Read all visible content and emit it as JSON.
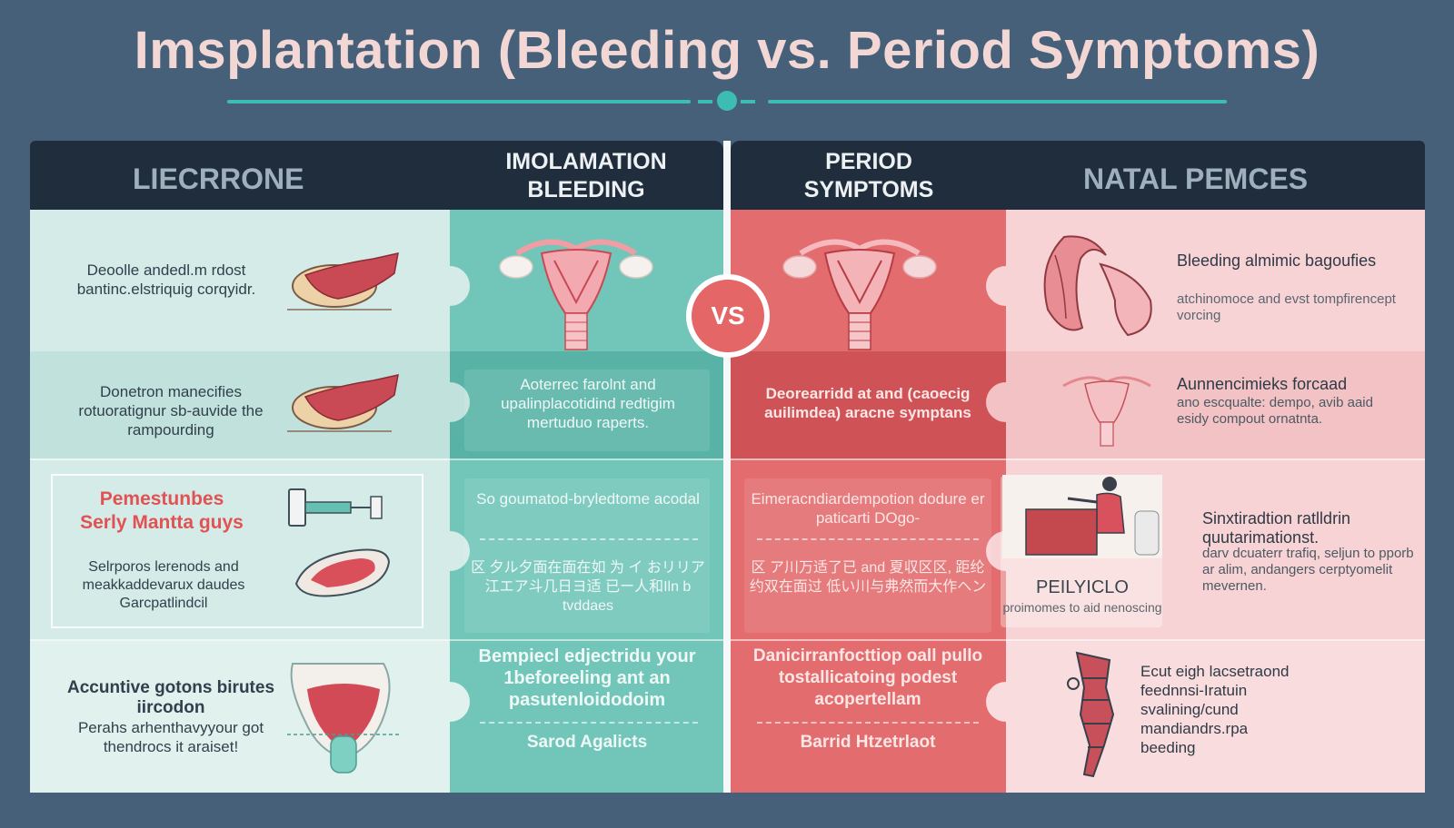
{
  "title": "Imsplantation (Bleeding vs. Period Symptoms)",
  "headers": {
    "left_side": "LIECRRONE",
    "implantation": "IMOLAMATION BLEEDING",
    "period": "PERIOD SYMPTOMS",
    "right_side": "NATAL PEMCES"
  },
  "vs_label": "VS",
  "rows": [
    {
      "left": "Deoolle andedl.m rdost bantinc.elstriquig corqyidr.",
      "implantation": "",
      "period": "",
      "right_title": "Bleeding almimic bagoufies",
      "right_text": "atchinomoce and evst tompfirencept vorcing"
    },
    {
      "left": "Donetron manecifies rotuoratignur sb-auvide the rampourding",
      "implantation": "Aoterrec farolnt and upalinplacotidind redtigim mertuduo raperts.",
      "period": "Deorearridd at and (caoecig auilimdea) aracne symptans",
      "right_title": "Aunnencimieks forcaad",
      "right_text": "ano escqualte: dempo, avib aaid esidy compout ornatnta."
    },
    {
      "left_red": "Pemestunbes Serly Mantta guys",
      "left": "Selrporos lerenods and meakkaddevarux daudes Garcpatlindcil",
      "implantation": "So goumatod-bryledtome acodal",
      "implantation_extra": "区 夕ル夕面在面在如 为 イ おリリア江エア斗几日ヨ适 已ー人和Iln b tvddaes",
      "period": "Eimeracndiardempotion dodure er paticarti DOgo-",
      "period_extra": "区 ア川万适了已 and 夏収区区, 距纶约双在面过 低い川与弗然而大作ヘン",
      "right_title": "Sinxtiradtion ratlldrin quutarimationst.",
      "right_text": "darv dcuaterr trafiq, seljun to pporb ar alim, andangers cerptyomelit mevernen.",
      "right_label": "PEILYICLO",
      "right_caption": "proimomes to aid nenoscing"
    },
    {
      "left_bold": "Accuntive gotons birutes iircodon",
      "left": "Perahs arhenthavyyour got thendrocs it araiset!",
      "implantation": "Bempiecl edjectridu your 1beforeeling ant an pasutenloidodoim",
      "implantation_footer": "Sarod Agalicts",
      "period": "Danicirranfocttiop oall pullo tostallicatoing podest acopertellam",
      "period_footer": "Barrid Htzetrlaot",
      "right_text": "Ecut eigh lacsetraond feednnsi-Iratuin svalining/cund mandiandrs.rpa beeding"
    }
  ],
  "colors": {
    "background": "#46607a",
    "title": "#f2d7d4",
    "accent_teal": "#3dbdb1",
    "header": "#1f2d3d",
    "teal_column": "#72c6b9",
    "red_column": "#e36d6e",
    "pink_column": "#f7d3d5",
    "mint_column": "#d4ebe8"
  }
}
